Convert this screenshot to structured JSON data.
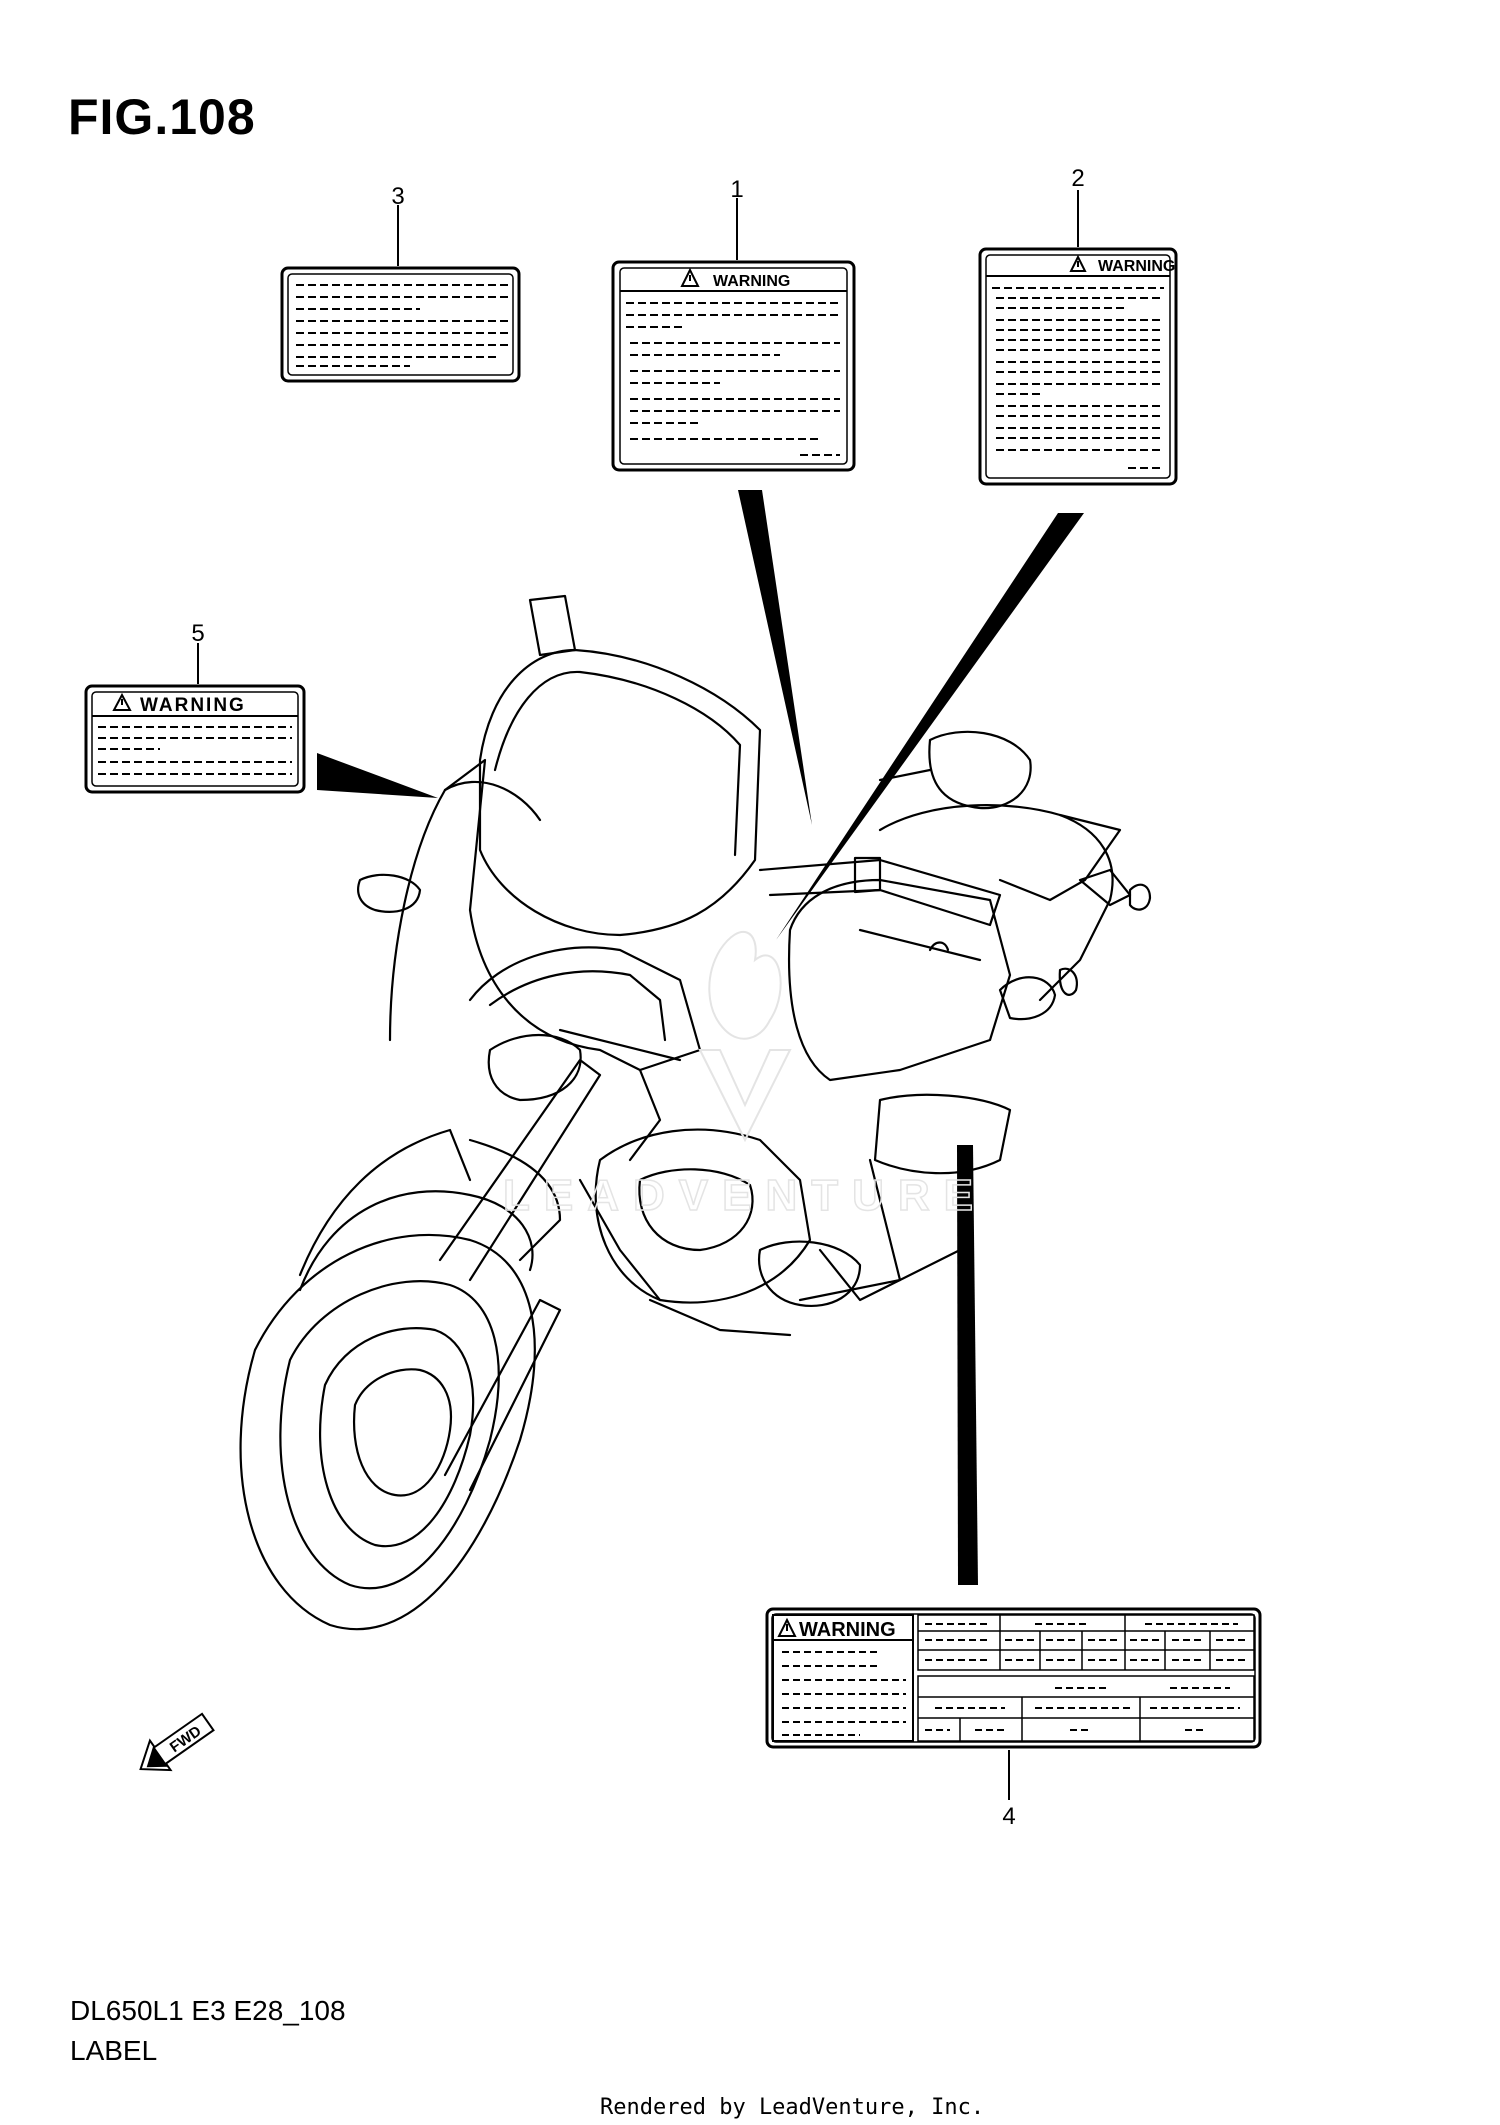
{
  "figure": {
    "title": "FIG.108"
  },
  "callouts": [
    {
      "id": "1",
      "label": "1"
    },
    {
      "id": "2",
      "label": "2"
    },
    {
      "id": "3",
      "label": "3"
    },
    {
      "id": "4",
      "label": "4"
    },
    {
      "id": "5",
      "label": "5"
    }
  ],
  "labels": {
    "warning_text": "WARNING"
  },
  "watermark": "LEADVENTURE",
  "badges": {
    "fwd": "FWD"
  },
  "footer": {
    "model_code": "DL650L1 E3 E28_108",
    "section": "LABEL",
    "rendered_by": "Rendered by LeadVenture, Inc."
  }
}
